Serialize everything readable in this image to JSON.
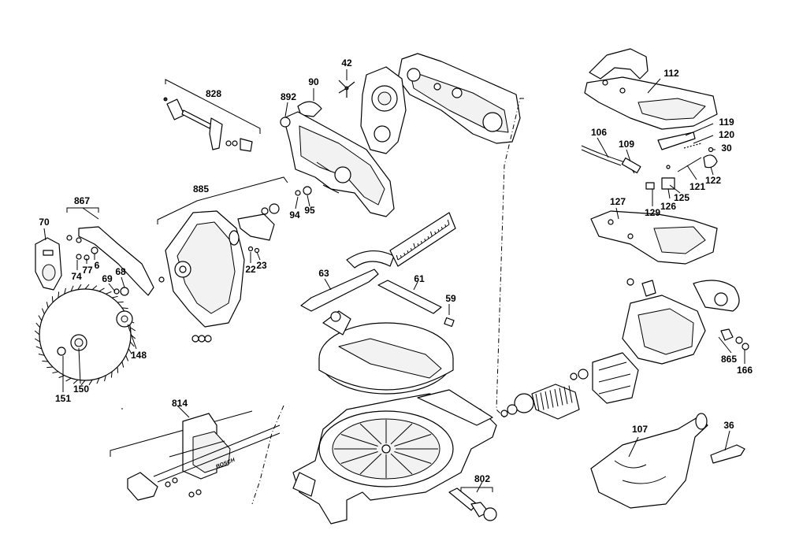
{
  "diagram": {
    "labels": {
      "p42": "42",
      "p90": "90",
      "p892": "892",
      "p828": "828",
      "p112": "112",
      "p119": "119",
      "p120": "120",
      "p30": "30",
      "p106": "106",
      "p109": "109",
      "p121": "121",
      "p122": "122",
      "p125": "125",
      "p126": "126",
      "p129": "129",
      "p127": "127",
      "p885": "885",
      "p94": "94",
      "p95": "95",
      "p867": "867",
      "p70": "70",
      "p74": "74",
      "p77": "77",
      "p6": "6",
      "p68": "68",
      "p69": "69",
      "p22": "22",
      "p23": "23",
      "p63": "63",
      "p61": "61",
      "p59": "59",
      "p148": "148",
      "p151": "151",
      "p150": "150",
      "p865": "865",
      "p166": "166",
      "p814": "814",
      "p802": "802",
      "p107": "107",
      "p36": "36"
    },
    "miter_scale_text": "",
    "stop_brand_text": "BOSCH"
  }
}
